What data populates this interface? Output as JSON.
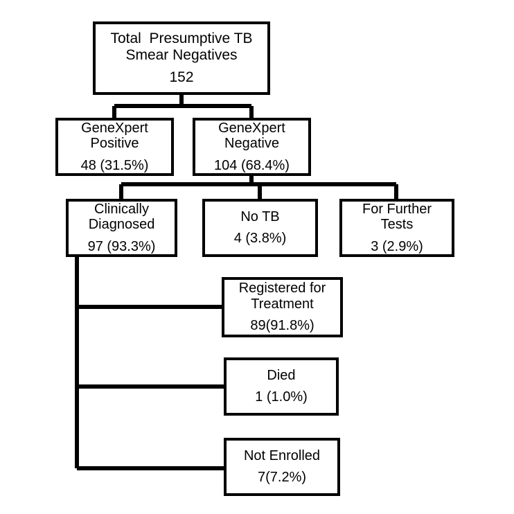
{
  "diagram": {
    "title": "Presumptive TB smear-negative screening flowchart",
    "type": "flowchart",
    "orientation": "top-down",
    "line_color": "#000000",
    "box_fill": "#ffffff",
    "text_color": "#000000"
  },
  "nodes": {
    "total": {
      "line1": "Total  Presumptive TB",
      "line2": "Smear Negatives",
      "line3": "152"
    },
    "genexpert_positive": {
      "line1": "GeneXpert",
      "line2": "Positive",
      "line3": "48 (31.5%)"
    },
    "genexpert_negative": {
      "line1": "GeneXpert",
      "line2": "Negative",
      "line3": "104 (68.4%)"
    },
    "clinically_diagnosed": {
      "line1": "Clinically",
      "line2": "Diagnosed",
      "line3": "97 (93.3%)"
    },
    "no_tb": {
      "line1": "No TB",
      "line2": "4 (3.8%)"
    },
    "for_further_tests": {
      "line1": "For Further",
      "line2": "Tests",
      "line3": "3 (2.9%)"
    },
    "registered_for_treatment": {
      "line1": "Registered for",
      "line2": "Treatment",
      "line3": "89(91.8%)"
    },
    "died": {
      "line1": "Died",
      "line2": "1 (1.0%)"
    },
    "not_enrolled": {
      "line1": "Not Enrolled",
      "line2": "7(7.2%)"
    }
  },
  "chart_data": {
    "type": "table",
    "title": "Total Presumptive TB Smear Negatives",
    "total": 152,
    "levels": [
      {
        "level": 1,
        "items": [
          {
            "label": "Total  Presumptive TB Smear Negatives",
            "count": 152,
            "percent": null
          }
        ]
      },
      {
        "level": 2,
        "parent": "Total  Presumptive TB Smear Negatives",
        "items": [
          {
            "label": "GeneXpert Positive",
            "count": 48,
            "percent": 31.5
          },
          {
            "label": "GeneXpert Negative",
            "count": 104,
            "percent": 68.4
          }
        ]
      },
      {
        "level": 3,
        "parent": "GeneXpert Negative",
        "items": [
          {
            "label": "Clinically Diagnosed",
            "count": 97,
            "percent": 93.3
          },
          {
            "label": "No TB",
            "count": 4,
            "percent": 3.8
          },
          {
            "label": "For Further Tests",
            "count": 3,
            "percent": 2.9
          }
        ]
      },
      {
        "level": 4,
        "parent": "Clinically Diagnosed",
        "items": [
          {
            "label": "Registered for Treatment",
            "count": 89,
            "percent": 91.8
          },
          {
            "label": "Died",
            "count": 1,
            "percent": 1.0
          },
          {
            "label": "Not Enrolled",
            "count": 7,
            "percent": 7.2
          }
        ]
      }
    ]
  }
}
